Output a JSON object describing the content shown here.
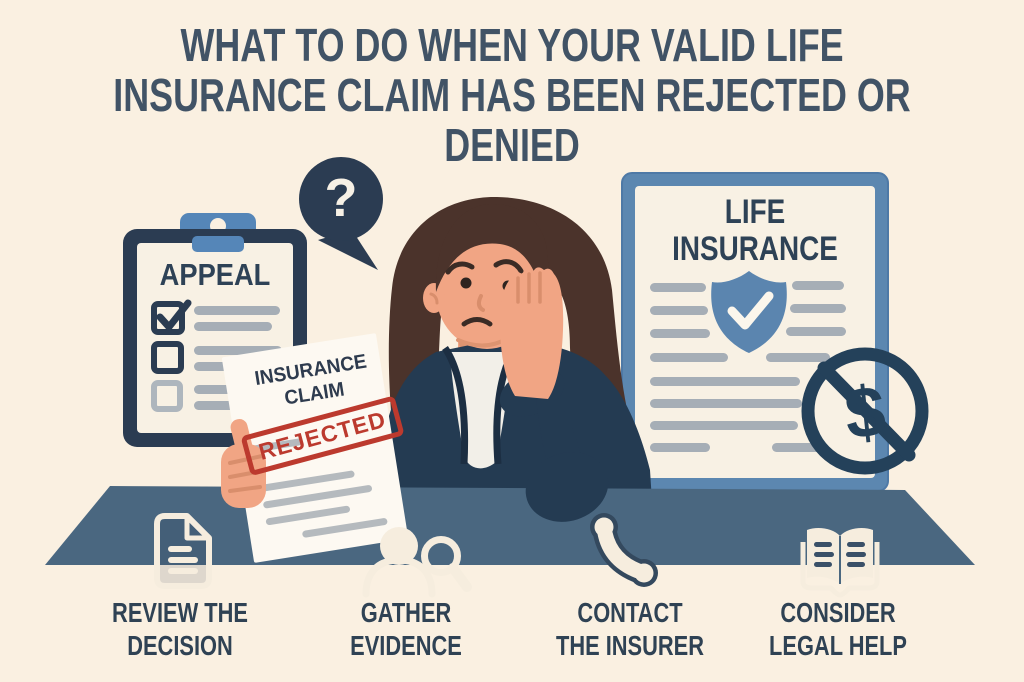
{
  "infographic": {
    "title_line1": "WHAT TO DO WHEN YOUR VALID LIFE",
    "title_line2": "INSURANCE CLAIM HAS BEEN REJECTED OR",
    "title_line3": "DENIED"
  },
  "clipboard": {
    "heading": "APPEAL",
    "checklist": [
      {
        "checked": true
      },
      {
        "checked": false
      },
      {
        "checked": false
      }
    ]
  },
  "question_bubble": {
    "symbol": "?"
  },
  "claim_paper": {
    "line1": "INSURANCE",
    "line2": "CLAIM",
    "stamp": "REJECTED"
  },
  "policy_document": {
    "line1": "LIFE",
    "line2": "INSURANCE",
    "badge": "shield-check-icon"
  },
  "no_money": {
    "symbol": "$"
  },
  "steps": [
    {
      "line1": "REVIEW THE",
      "line2": "DECISION",
      "icon": "document-icon"
    },
    {
      "line1": "GATHER",
      "line2": "EVIDENCE",
      "icon": "person-magnifier-icon"
    },
    {
      "line1": "CONTACT",
      "line2": "THE INSURER",
      "icon": "phone-icon"
    },
    {
      "line1": "CONSIDER",
      "line2": "LEGAL HELP",
      "icon": "open-book-icon"
    }
  ],
  "colors": {
    "background": "#FAF0E1",
    "title": "#415366",
    "navy": "#2B3C52",
    "desk": "#4A6780",
    "accent_blue": "#5C87B0",
    "stamp_red": "#BC3A2E",
    "skin": "#F1A584",
    "hair": "#4B332B",
    "label": "#2F4254",
    "line_gray": "#A6AEB6"
  }
}
